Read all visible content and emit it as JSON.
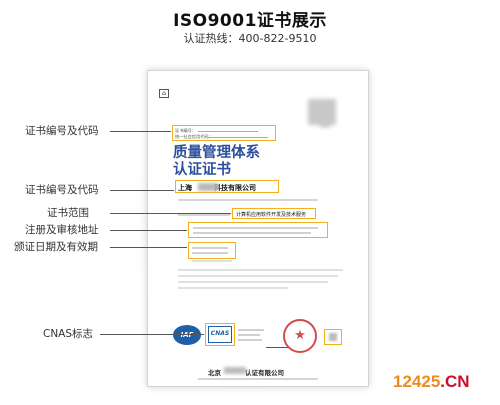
{
  "header": {
    "title": "ISO9001证书展示",
    "hotline": "认证热线：400-822-9510"
  },
  "certificate": {
    "number_line1": "证书编号：",
    "number_line2": "统一社会信用代码：",
    "heading_line1": "质量管理体系",
    "heading_line2": "认证证书",
    "company_prefix": "上海",
    "company_suffix": "科技有限公司",
    "scope": "计算机应用软件开发及技术服务",
    "footer_company_prefix": "北京",
    "footer_company_suffix": "认证有限公司"
  },
  "logos": {
    "iaf": "IAF",
    "cnas": "CNAS"
  },
  "callouts": [
    {
      "label": "证书编号及代码"
    },
    {
      "label": "证书编号及代码"
    },
    {
      "label": "证书范围"
    },
    {
      "label": "注册及审核地址"
    },
    {
      "label": "颁证日期及有效期"
    },
    {
      "label": "CNAS标志"
    }
  ],
  "watermark": {
    "number": "12425",
    "dot": ".",
    "cn": "CN"
  },
  "colors": {
    "accent_highlight": "#f2b01e",
    "title_blue": "#2d4f9d",
    "seal_red": "#d44a4a",
    "watermark_orange": "#f08a1c",
    "watermark_red": "#c8102e"
  }
}
